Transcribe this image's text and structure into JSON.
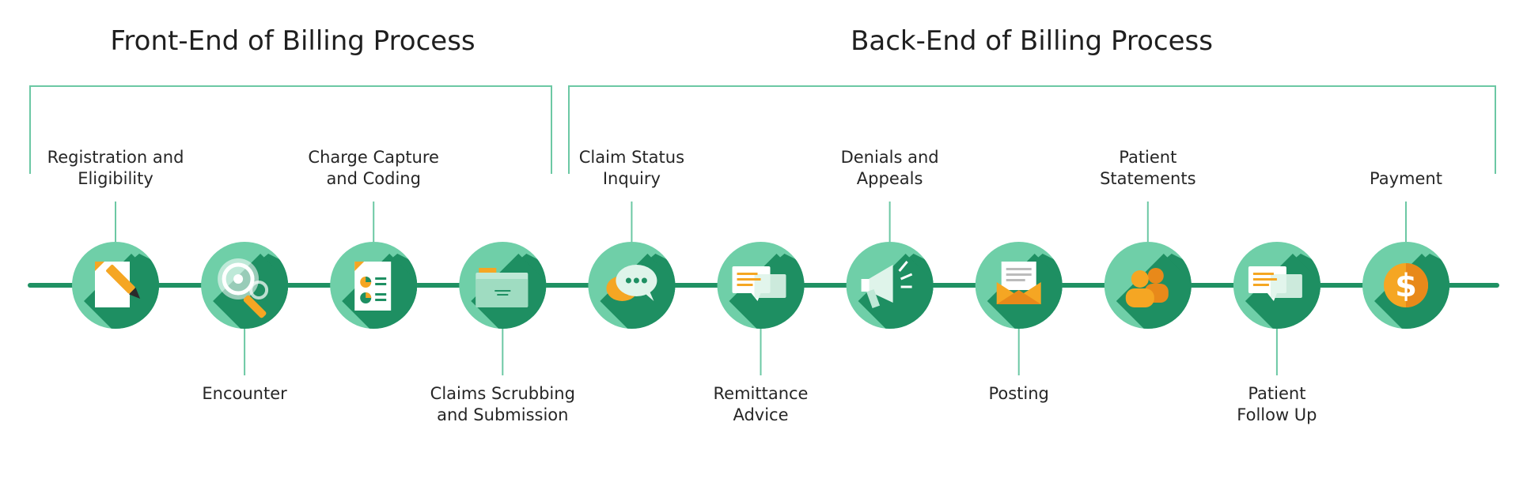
{
  "sections": [
    {
      "title": "Front-End of Billing Process"
    },
    {
      "title": "Back-End of Billing Process"
    }
  ],
  "steps": [
    {
      "label": "Registration and\nEligibility",
      "position": "top",
      "icon": "document-pen-icon"
    },
    {
      "label": "Encounter",
      "position": "bottom",
      "icon": "magnifier-gears-icon"
    },
    {
      "label": "Charge Capture\nand Coding",
      "position": "top",
      "icon": "report-chart-icon"
    },
    {
      "label": "Claims Scrubbing\nand Submission",
      "position": "bottom",
      "icon": "folder-icon"
    },
    {
      "label": "Claim Status\nInquiry",
      "position": "top",
      "icon": "chat-bubbles-icon"
    },
    {
      "label": "Remittance\nAdvice",
      "position": "bottom",
      "icon": "message-icon"
    },
    {
      "label": "Denials and\nAppeals",
      "position": "top",
      "icon": "megaphone-icon"
    },
    {
      "label": "Posting",
      "position": "bottom",
      "icon": "envelope-letter-icon"
    },
    {
      "label": "Patient\nStatements",
      "position": "top",
      "icon": "people-icon"
    },
    {
      "label": "Patient\nFollow Up",
      "position": "bottom",
      "icon": "message-icon"
    },
    {
      "label": "Payment",
      "position": "top",
      "icon": "dollar-coin-icon"
    }
  ],
  "colors": {
    "timeline": "#1f9163",
    "bracket": "#6cc8a4",
    "circle": "#6fcfa8",
    "shadow": "#1e8f62",
    "accent": "#f5a623",
    "accent_dark": "#e8891a",
    "paper": "#ffffff",
    "ink": "#2b2b2b"
  }
}
